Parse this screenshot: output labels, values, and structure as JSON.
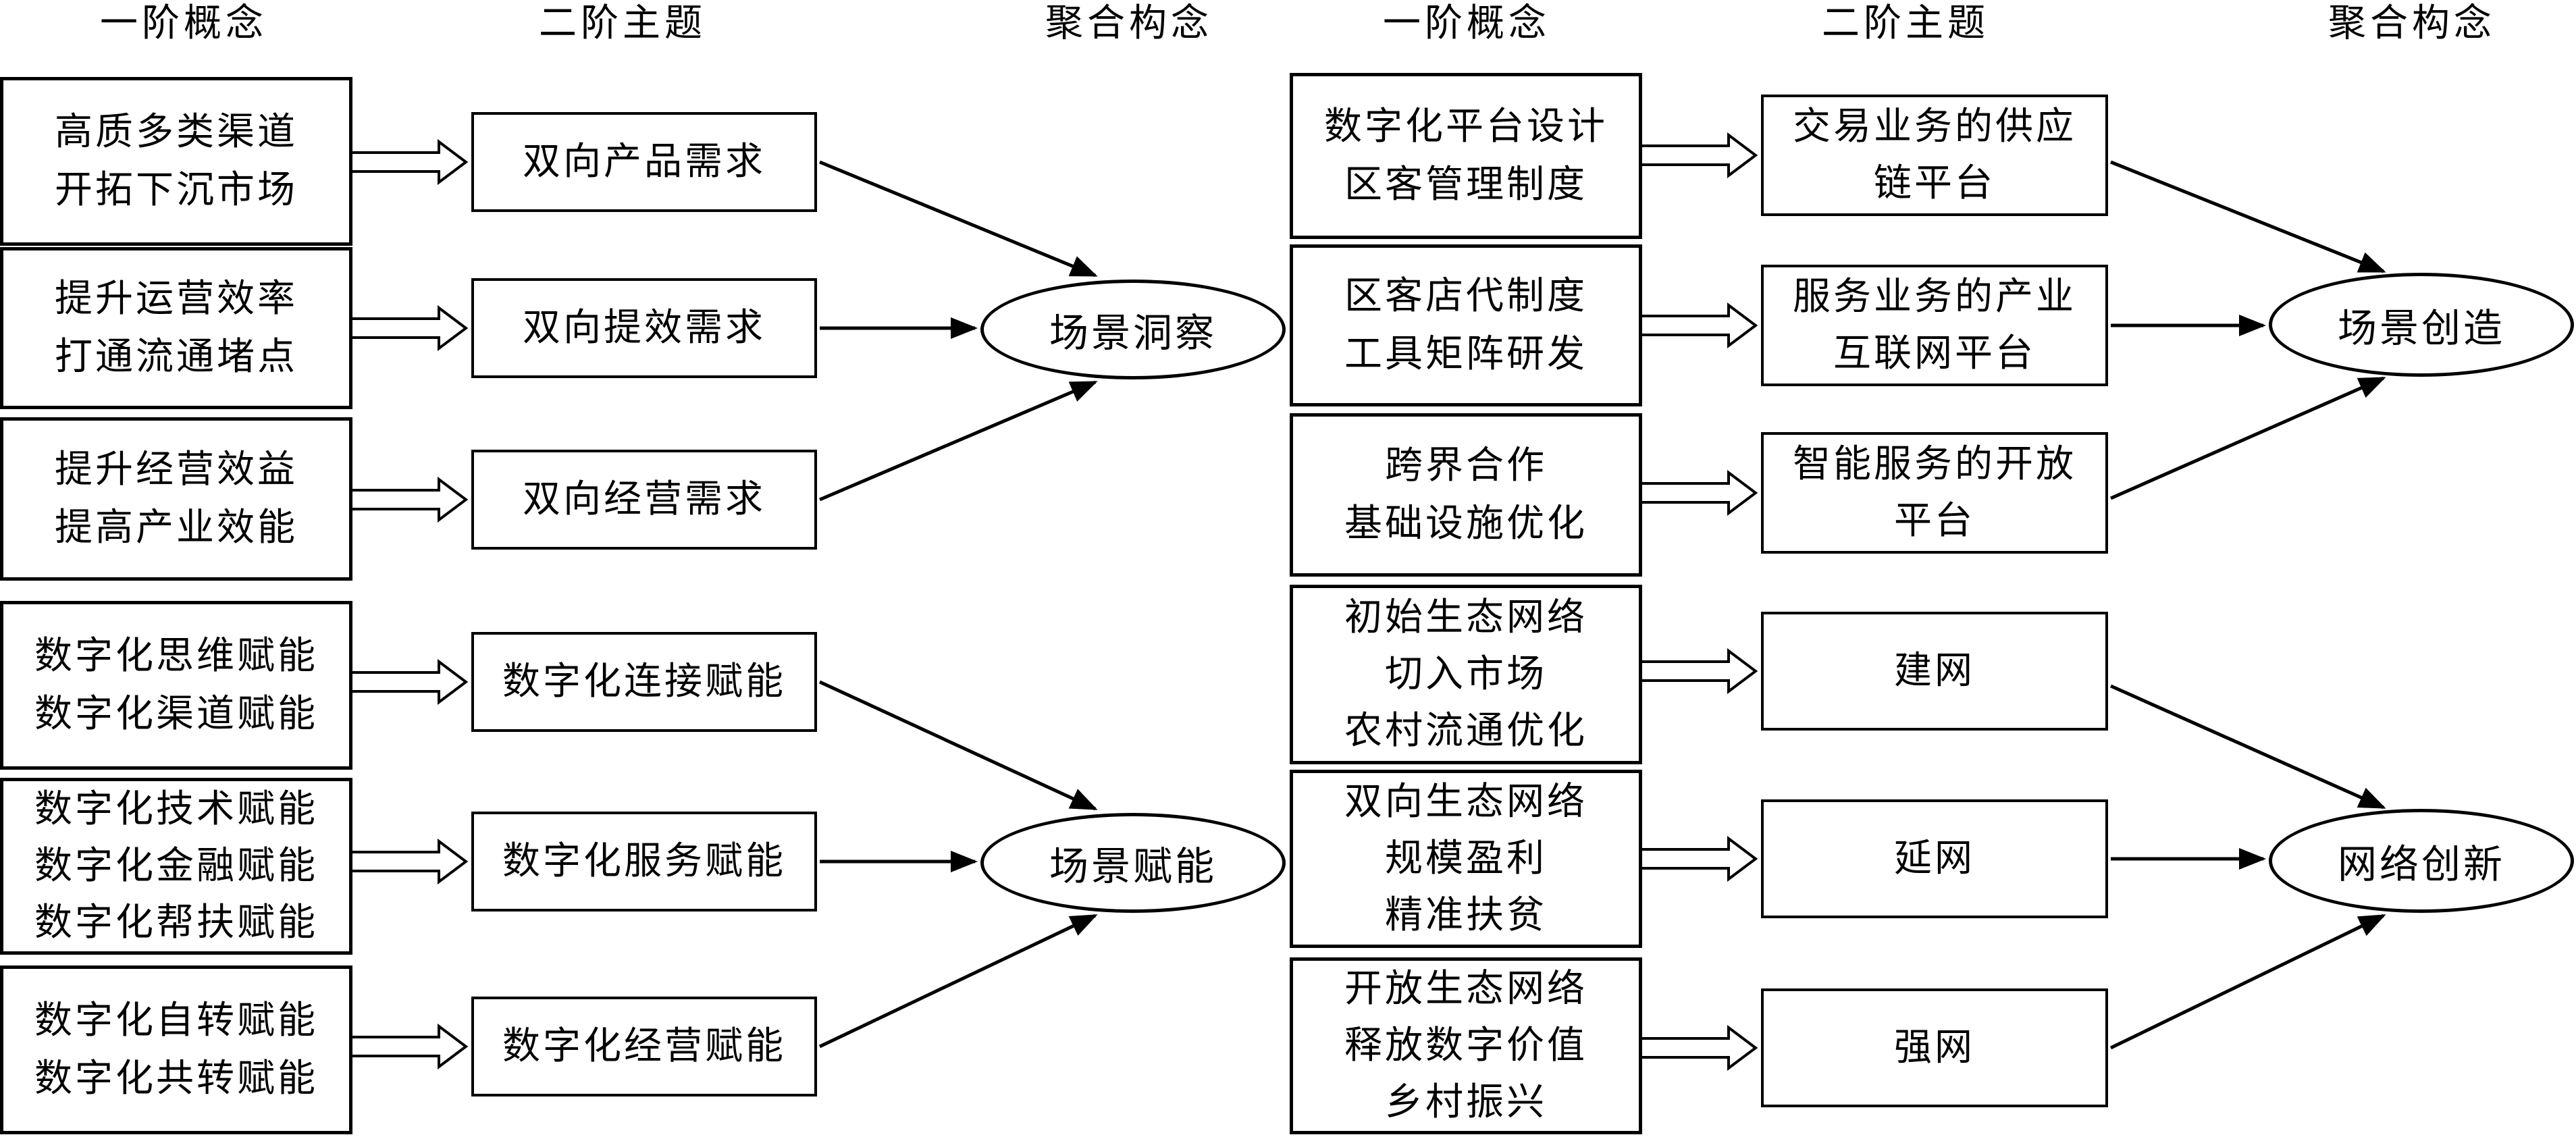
{
  "headers": {
    "left": {
      "level1": "一阶概念",
      "level2": "二阶主题",
      "aggregate": "聚合构念"
    },
    "right": {
      "level1": "一阶概念",
      "level2": "二阶主题",
      "aggregate": "聚合构念"
    }
  },
  "left_groups": [
    {
      "aggregate": "场景洞察",
      "items": [
        {
          "concepts": [
            "高质多类渠道",
            "开拓下沉市场"
          ],
          "theme": "双向产品需求"
        },
        {
          "concepts": [
            "提升运营效率",
            "打通流通堵点"
          ],
          "theme": "双向提效需求"
        },
        {
          "concepts": [
            "提升经营效益",
            "提高产业效能"
          ],
          "theme": "双向经营需求"
        }
      ]
    },
    {
      "aggregate": "场景赋能",
      "items": [
        {
          "concepts": [
            "数字化思维赋能",
            "数字化渠道赋能"
          ],
          "theme": "数字化连接赋能"
        },
        {
          "concepts": [
            "数字化技术赋能",
            "数字化金融赋能",
            "数字化帮扶赋能"
          ],
          "theme": "数字化服务赋能"
        },
        {
          "concepts": [
            "数字化自转赋能",
            "数字化共转赋能"
          ],
          "theme": "数字化经营赋能"
        }
      ]
    }
  ],
  "right_groups": [
    {
      "aggregate": "场景创造",
      "items": [
        {
          "concepts": [
            "数字化平台设计",
            "区客管理制度"
          ],
          "theme": [
            "交易业务的供应",
            "链平台"
          ]
        },
        {
          "concepts": [
            "区客店代制度",
            "工具矩阵研发"
          ],
          "theme": [
            "服务业务的产业",
            "互联网平台"
          ]
        },
        {
          "concepts": [
            "跨界合作",
            "基础设施优化"
          ],
          "theme": [
            "智能服务的开放",
            "平台"
          ]
        }
      ]
    },
    {
      "aggregate": "网络创新",
      "items": [
        {
          "concepts": [
            "初始生态网络",
            "切入市场",
            "农村流通优化"
          ],
          "theme": [
            "建网"
          ]
        },
        {
          "concepts": [
            "双向生态网络",
            "规模盈利",
            "精准扶贫"
          ],
          "theme": [
            "延网"
          ]
        },
        {
          "concepts": [
            "开放生态网络",
            "释放数字价值",
            "乡村振兴"
          ],
          "theme": [
            "强网"
          ]
        }
      ]
    }
  ]
}
